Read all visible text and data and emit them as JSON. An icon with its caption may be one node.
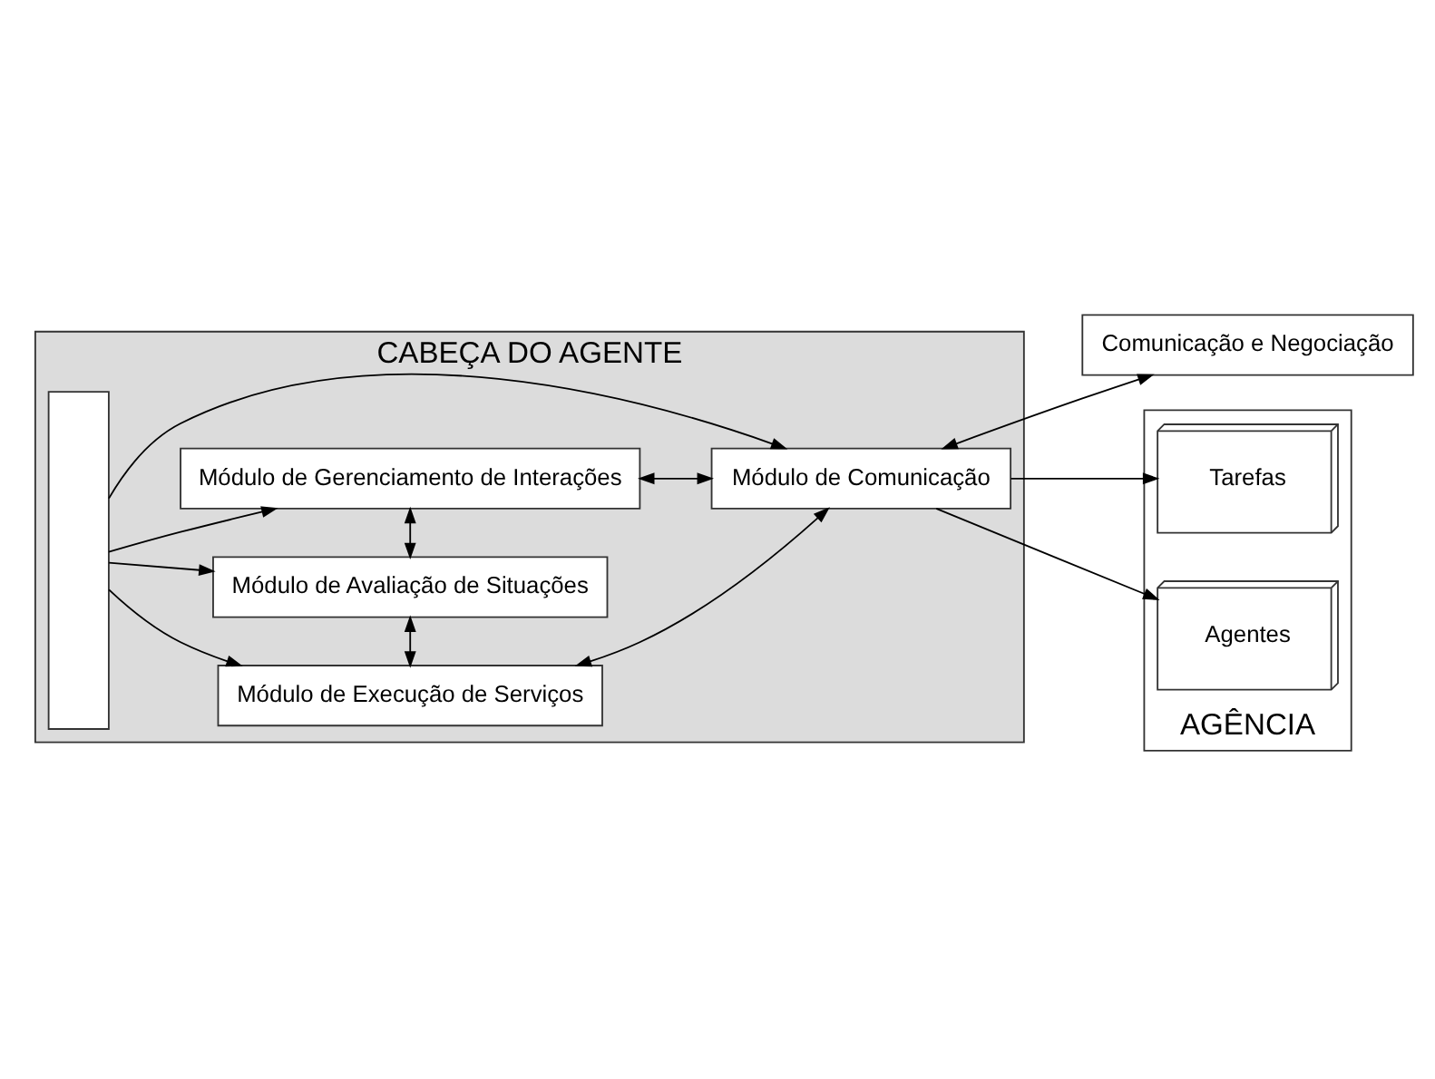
{
  "diagram": {
    "nodes": [
      {
        "text": [
          "CABEÇA DO AGENTE"
        ]
      },
      {
        "text": [],
        "shape": "bar",
        "in": 0
      },
      {
        "text": [
          "Módulo de Execução de Serviços"
        ],
        "in": 0
      },
      {
        "text": [
          "Módulo de Avaliação de Situações"
        ],
        "in": 0
      },
      {
        "text": [
          "Módulo de Gerenciamento de Interações"
        ],
        "in": 0
      },
      {
        "text": [
          "Módulo de Comunicação"
        ],
        "in": 0
      },
      {
        "text": [
          "Comunicação e Negociação"
        ]
      },
      {
        "text": [
          "AGÊNCIA"
        ]
      },
      {
        "text": [
          "Tarefas"
        ],
        "in": 7
      },
      {
        "text": [
          "Agentes"
        ],
        "in": 7
      }
    ],
    "edges": [
      {
        "from": 1,
        "to": 2,
        "arrow": "to"
      },
      {
        "from": 1,
        "to": 3,
        "arrow": "to"
      },
      {
        "from": 1,
        "to": 4,
        "arrow": "to"
      },
      {
        "from": 2,
        "to": 3,
        "arrow": "both"
      },
      {
        "from": 3,
        "to": 4,
        "arrow": "both"
      },
      {
        "from": 5,
        "to": 2,
        "arrow": "both"
      },
      {
        "from": 4,
        "to": 5,
        "arrow": "both"
      },
      {
        "from": 5,
        "to": 6,
        "arrow": "both"
      },
      {
        "from": 1,
        "to": 5,
        "arrow": "to"
      },
      {
        "from": 5,
        "to": 8,
        "arrow": "to"
      },
      {
        "from": 5,
        "to": 9,
        "arrow": "to"
      }
    ]
  }
}
